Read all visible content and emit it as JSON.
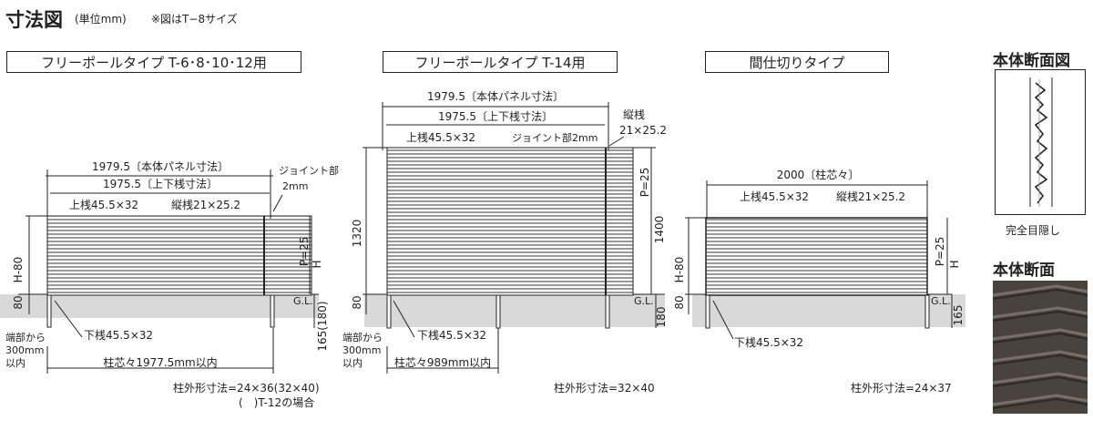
{
  "header": {
    "title": "寸法図",
    "unit": "(単位mm)",
    "note": "※図はT−8サイズ"
  },
  "panels": [
    {
      "type_label": "フリーポールタイプ  T-6･8･10･12用",
      "dim_panel": "1979.5〔本体パネル寸法〕",
      "dim_rail": "1975.5〔上下桟寸法〕",
      "top_rail": "上桟45.5×32",
      "stile": "縦桟21×25.2",
      "joint": "ジョイント部",
      "joint_size": "2mm",
      "height": "H-80",
      "base_80": "80",
      "pitch": "P=25",
      "h": "H",
      "gl": "G.L.",
      "embed": "165(180)",
      "bottom_rail": "下桟45.5×32",
      "end_note": [
        "端部から",
        "300mm",
        "以内"
      ],
      "post_span": "柱芯々1977.5mm以内",
      "post_size": "柱外形寸法=24×36(32×40)",
      "post_note": "(　)T-12の場合"
    },
    {
      "type_label": "フリーポールタイプ  T-14用",
      "dim_panel": "1979.5〔本体パネル寸法〕",
      "dim_rail": "1975.5〔上下桟寸法〕",
      "top_rail": "上桟45.5×32",
      "joint": "ジョイント部2mm",
      "stile": "縦桟",
      "stile_size": "21×25.2",
      "pitch": "P=25",
      "height_left": "1320",
      "height_right": "1400",
      "base_80": "80",
      "gl": "G.L.",
      "embed": "180",
      "bottom_rail": "下桟45.5×32",
      "end_note": [
        "端部から",
        "300mm",
        "以内"
      ],
      "post_span": "柱芯々989mm以内",
      "post_size": "柱外形寸法=32×40"
    },
    {
      "type_label": "間仕切りタイプ",
      "dim_post": "2000〔柱芯々〕",
      "top_rail": "上桟45.5×32",
      "stile": "縦桟21×25.2",
      "height": "H-80",
      "base_80": "80",
      "pitch": "P=25",
      "h": "H",
      "gl": "G.L.",
      "embed": "165",
      "bottom_rail": "下桟45.5×32",
      "post_size": "柱外形寸法=24×37"
    }
  ],
  "section": {
    "title1": "本体断面図",
    "caption": "完全目隠し",
    "title2": "本体断面"
  },
  "colors": {
    "line": "#222222",
    "ground": "#d9d9d9",
    "slat": "#555555",
    "section_photo": "#4a433d"
  }
}
